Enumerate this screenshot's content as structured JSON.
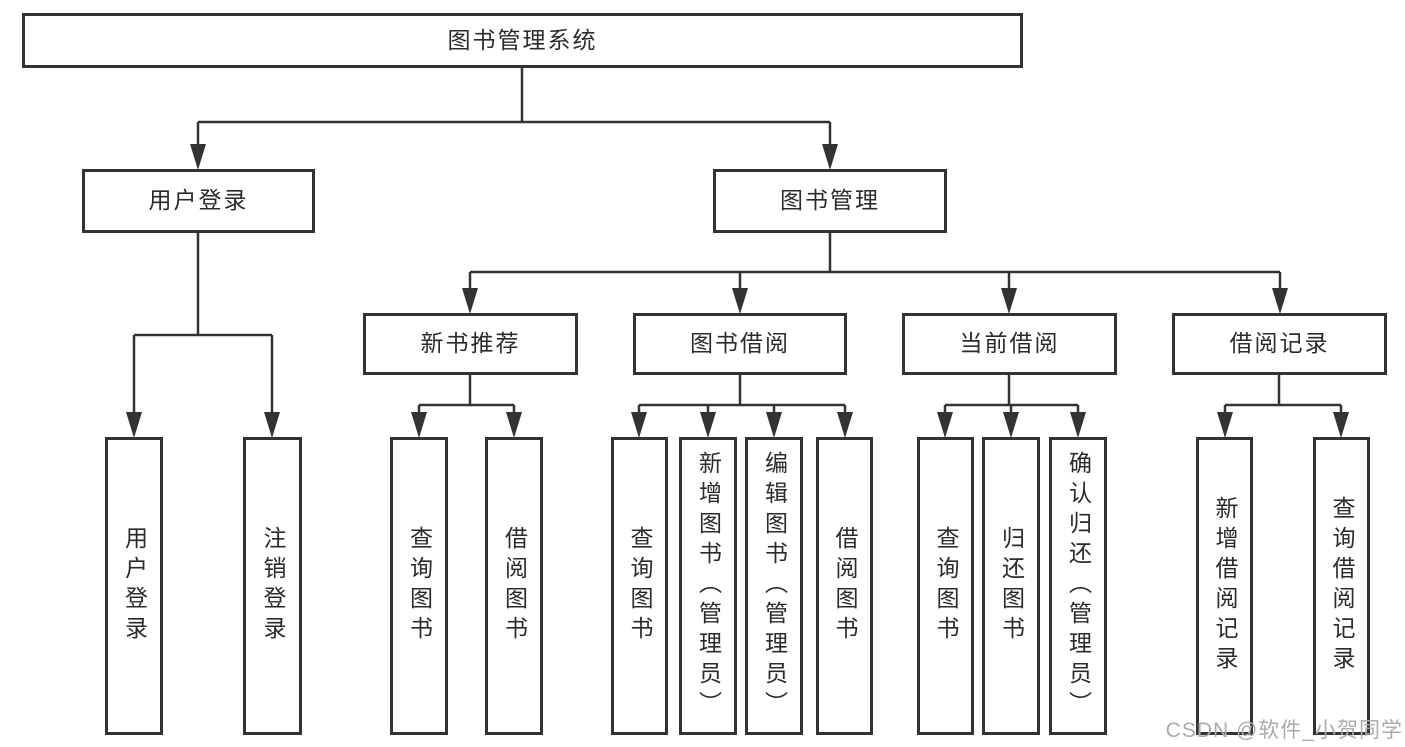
{
  "diagram": {
    "root": {
      "label": "图书管理系统"
    },
    "level2": [
      {
        "label": "用户登录"
      },
      {
        "label": "图书管理"
      }
    ],
    "level3": [
      {
        "label": "新书推荐",
        "parent": "图书管理"
      },
      {
        "label": "图书借阅",
        "parent": "图书管理"
      },
      {
        "label": "当前借阅",
        "parent": "图书管理"
      },
      {
        "label": "借阅记录",
        "parent": "图书管理"
      }
    ],
    "leaves": [
      {
        "label": "用户登录",
        "parent": "用户登录"
      },
      {
        "label": "注销登录",
        "parent": "用户登录"
      },
      {
        "label": "查询图书",
        "parent": "新书推荐"
      },
      {
        "label": "借阅图书",
        "parent": "新书推荐"
      },
      {
        "label": "查询图书",
        "parent": "图书借阅"
      },
      {
        "label": "新增图书（管理员）",
        "parent": "图书借阅"
      },
      {
        "label": "编辑图书（管理员）",
        "parent": "图书借阅"
      },
      {
        "label": "借阅图书",
        "parent": "图书借阅"
      },
      {
        "label": "查询图书",
        "parent": "当前借阅"
      },
      {
        "label": "归还图书",
        "parent": "当前借阅"
      },
      {
        "label": "确认归还（管理员）",
        "parent": "当前借阅"
      },
      {
        "label": "新增借阅记录",
        "parent": "借阅记录"
      },
      {
        "label": "查询借阅记录",
        "parent": "借阅记录"
      }
    ]
  },
  "watermark": {
    "text": "CSDN @软件_小贺同学"
  },
  "colors": {
    "line": "#333333",
    "box_border": "#333333",
    "text": "#2b2b2b",
    "background": "#ffffff",
    "watermark": "#ababab"
  }
}
